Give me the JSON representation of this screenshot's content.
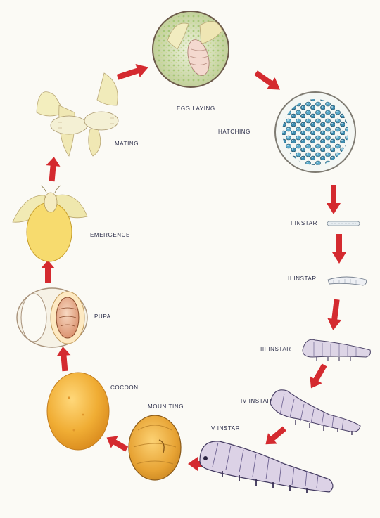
{
  "stages": [
    {
      "id": "egg-laying",
      "label": "EGG LAYING"
    },
    {
      "id": "hatching",
      "label": "HATCHING"
    },
    {
      "id": "instar-1",
      "label": "I INSTAR"
    },
    {
      "id": "instar-2",
      "label": "II INSTAR"
    },
    {
      "id": "instar-3",
      "label": "III INSTAR"
    },
    {
      "id": "instar-4",
      "label": "IV INSTAR"
    },
    {
      "id": "instar-5",
      "label": "V INSTAR"
    },
    {
      "id": "mounting",
      "label": "MOUN TING"
    },
    {
      "id": "cocoon",
      "label": "COCOON"
    },
    {
      "id": "pupa",
      "label": "PUPA"
    },
    {
      "id": "emergence",
      "label": "EMERGENCE"
    },
    {
      "id": "mating",
      "label": "MATING"
    }
  ],
  "colors": {
    "arrow": "#d42a2f",
    "label": "#2d2f4a",
    "cocoon": "#f0b23a",
    "moth": "#f3ecb0",
    "egg": "#5fb0cf",
    "larva": "#d9d2e6"
  }
}
